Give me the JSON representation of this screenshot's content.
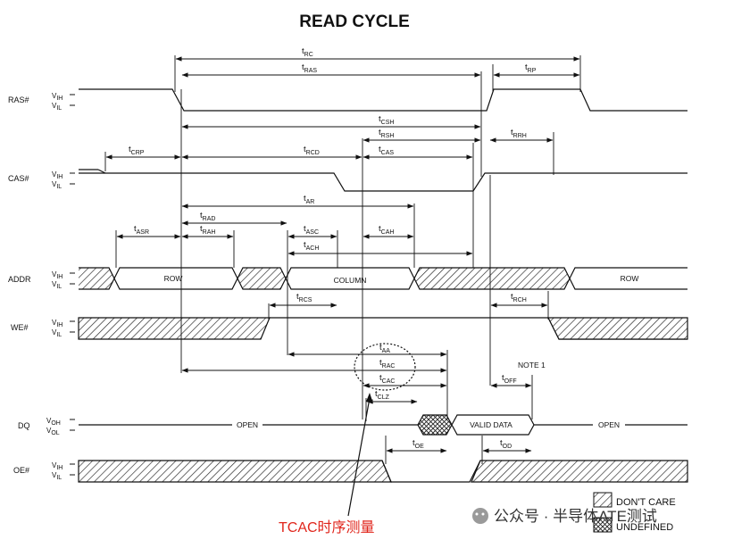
{
  "title": "READ CYCLE",
  "signals": [
    {
      "id": "ras",
      "name": "RAS#",
      "hi": "V",
      "hi_sub": "IH",
      "lo": "V",
      "lo_sub": "IL"
    },
    {
      "id": "cas",
      "name": "CAS#",
      "hi": "V",
      "hi_sub": "IH",
      "lo": "V",
      "lo_sub": "IL"
    },
    {
      "id": "addr",
      "name": "ADDR",
      "hi": "V",
      "hi_sub": "IH",
      "lo": "V",
      "lo_sub": "IL"
    },
    {
      "id": "we",
      "name": "WE#",
      "hi": "V",
      "hi_sub": "IH",
      "lo": "V",
      "lo_sub": "IL"
    },
    {
      "id": "dq",
      "name": "DQ",
      "hi": "V",
      "hi_sub": "OH",
      "lo": "V",
      "lo_sub": "OL"
    },
    {
      "id": "oe",
      "name": "OE#",
      "hi": "V",
      "hi_sub": "IH",
      "lo": "V",
      "lo_sub": "IL"
    }
  ],
  "timings": {
    "rc": "RC",
    "ras": "RAS",
    "rp": "RP",
    "csh": "CSH",
    "rsh": "RSH",
    "rrh": "RRH",
    "crp": "CRP",
    "rcd": "RCD",
    "cas": "CAS",
    "ar": "AR",
    "rad": "RAD",
    "asr": "ASR",
    "rah": "RAH",
    "asc": "ASC",
    "cah": "CAH",
    "ach": "ACH",
    "rcs": "RCS",
    "rch": "RCH",
    "aa": "AA",
    "rac": "RAC",
    "cac": "CAC",
    "clz": "CLZ",
    "off": "OFF",
    "oe": "OE",
    "od": "OD"
  },
  "t_prefix": "t",
  "addr_labels": {
    "row1": "ROW",
    "column": "COLUMN",
    "row2": "ROW"
  },
  "dq_labels": {
    "open1": "OPEN",
    "valid": "VALID DATA",
    "open2": "OPEN"
  },
  "note": "NOTE 1",
  "legend": {
    "dont_care": "DON'T CARE",
    "undefined": "UNDEFINED"
  },
  "annotation": "TCAC时序测量",
  "watermark": "公众号 · 半导体ATE测试"
}
